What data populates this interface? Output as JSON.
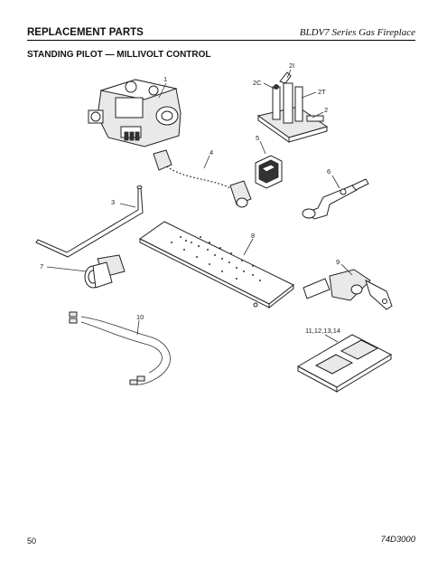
{
  "header": {
    "section": "REPLACEMENT PARTS",
    "product": "BLDV7 Series Gas Fireplace"
  },
  "title": "STANDING PILOT — MILLIVOLT CONTROL",
  "callouts": {
    "c1": "1",
    "c2": "2",
    "c2C": "2C",
    "c2I": "2I",
    "c2T": "2T",
    "c3": "3",
    "c4": "4",
    "c5": "5",
    "c6": "6",
    "c7": "7",
    "c8": "8",
    "c9": "9",
    "c10": "10",
    "c11": "11,12,13,14"
  },
  "footer": {
    "page_number": "50",
    "doc_number": "74D3000"
  }
}
